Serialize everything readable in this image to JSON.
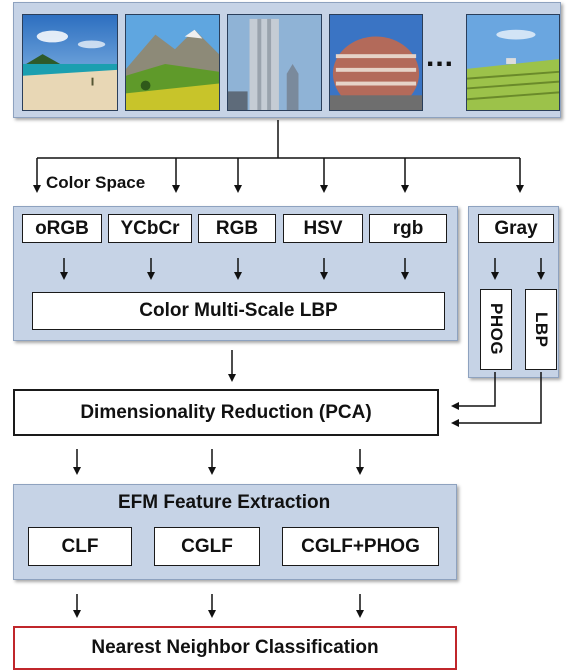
{
  "ellipsis": "...",
  "color_space_label": "Color Space",
  "color_spaces": [
    "oRGB",
    "YCbCr",
    "RGB",
    "HSV",
    "rgb"
  ],
  "gray_label": "Gray",
  "multiscale_lbp_label": "Color Multi-Scale LBP",
  "phog_label": "PHOG",
  "lbp_label": "LBP",
  "pca_label": "Dimensionality Reduction (PCA)",
  "efm_title": "EFM Feature Extraction",
  "features": [
    "CLF",
    "CGLF",
    "CGLF+PHOG"
  ],
  "classifier_label": "Nearest Neighbor Classification",
  "images": [
    "beach-image",
    "mountain-image",
    "skyscraper-image",
    "stadium-image",
    "vineyard-image"
  ]
}
